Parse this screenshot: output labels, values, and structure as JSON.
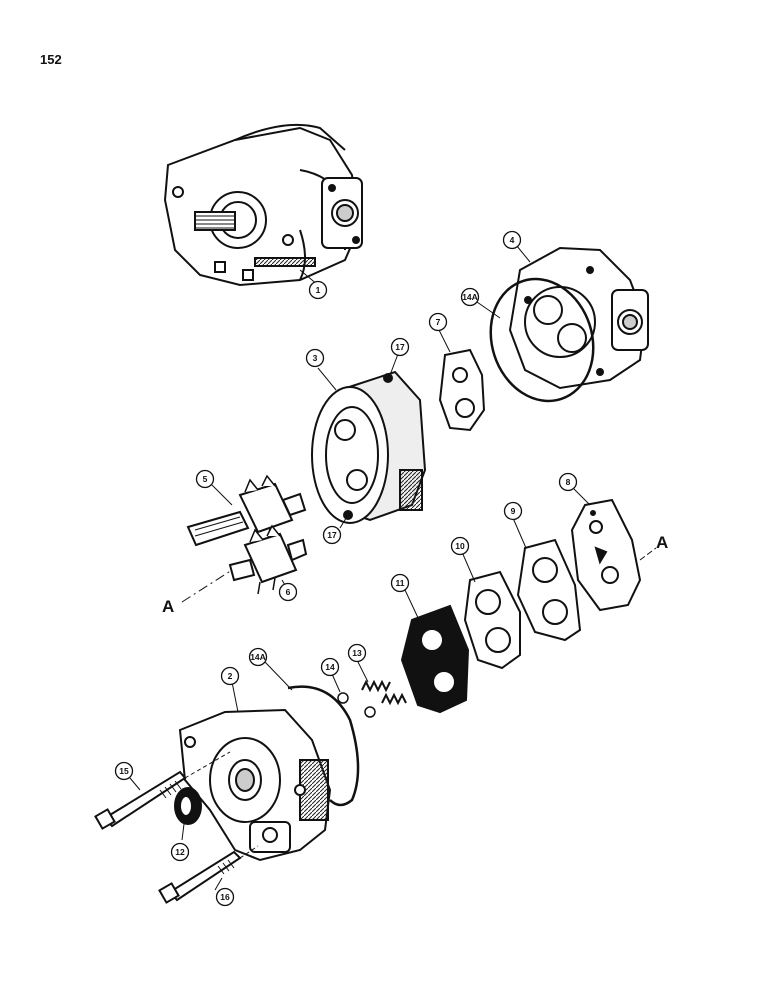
{
  "page_number": "152",
  "callouts": [
    {
      "id": "c1",
      "label": "1"
    },
    {
      "id": "c4",
      "label": "4"
    },
    {
      "id": "c14a",
      "label": "14A"
    },
    {
      "id": "c7",
      "label": "7"
    },
    {
      "id": "c3",
      "label": "3"
    },
    {
      "id": "c17a",
      "label": "17"
    },
    {
      "id": "c17b",
      "label": "17"
    },
    {
      "id": "c5",
      "label": "5"
    },
    {
      "id": "c6",
      "label": "6"
    },
    {
      "id": "c8",
      "label": "8"
    },
    {
      "id": "c9",
      "label": "9"
    },
    {
      "id": "c10",
      "label": "10"
    },
    {
      "id": "c11",
      "label": "11"
    },
    {
      "id": "c13",
      "label": "13"
    },
    {
      "id": "c14",
      "label": "14"
    },
    {
      "id": "c14a2",
      "label": "14A"
    },
    {
      "id": "c2",
      "label": "2"
    },
    {
      "id": "c15",
      "label": "15"
    },
    {
      "id": "c12",
      "label": "12"
    },
    {
      "id": "c16",
      "label": "16"
    }
  ],
  "reference_marks": {
    "left": "A",
    "right": "A"
  }
}
